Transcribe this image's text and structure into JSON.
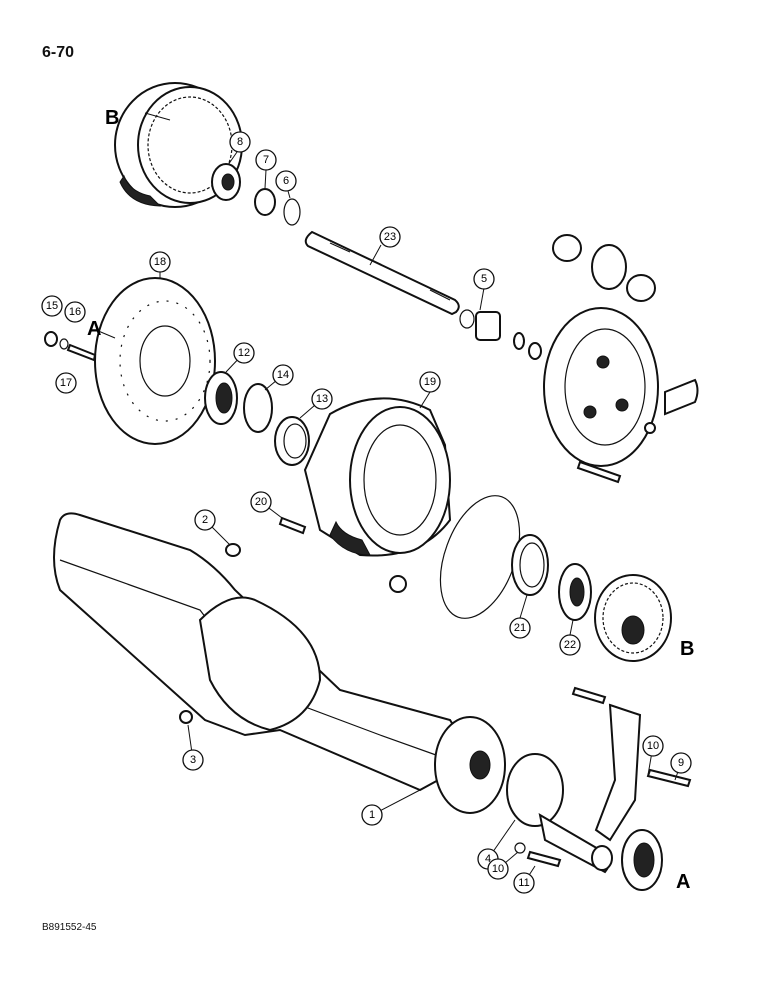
{
  "page_number": "6-70",
  "figure_reference": "B891552-45",
  "section_letters": [
    "A",
    "B"
  ],
  "callouts": [
    "1",
    "2",
    "3",
    "4",
    "5",
    "6",
    "7",
    "8",
    "9",
    "10",
    "10",
    "11",
    "12",
    "13",
    "14",
    "15",
    "16",
    "17",
    "18",
    "19",
    "20",
    "21",
    "22",
    "23"
  ]
}
